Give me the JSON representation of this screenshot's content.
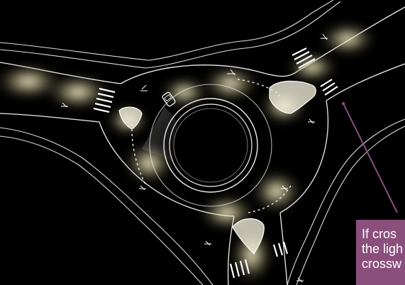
{
  "callout": {
    "lines": [
      "If cros",
      "the ligh",
      "crossw"
    ],
    "background_color": "#8a4f7d",
    "leader_color": "#8a4f7d"
  },
  "colors": {
    "background": "#000000",
    "road_line": "#e8e8e8",
    "lamp_glow": "#fff6cf"
  },
  "elements": {
    "roundabout": "circular-roundabout",
    "legs": [
      "northeast-leg",
      "west-leg",
      "south-leg"
    ],
    "crosswalks": [
      "zebra-crosswalk-ne",
      "zebra-crosswalk-w",
      "zebra-crosswalk-s"
    ],
    "splitter_islands": [
      "splitter-island-ne",
      "splitter-island-w",
      "splitter-island-s"
    ],
    "vehicle_icon": "car-icon"
  }
}
